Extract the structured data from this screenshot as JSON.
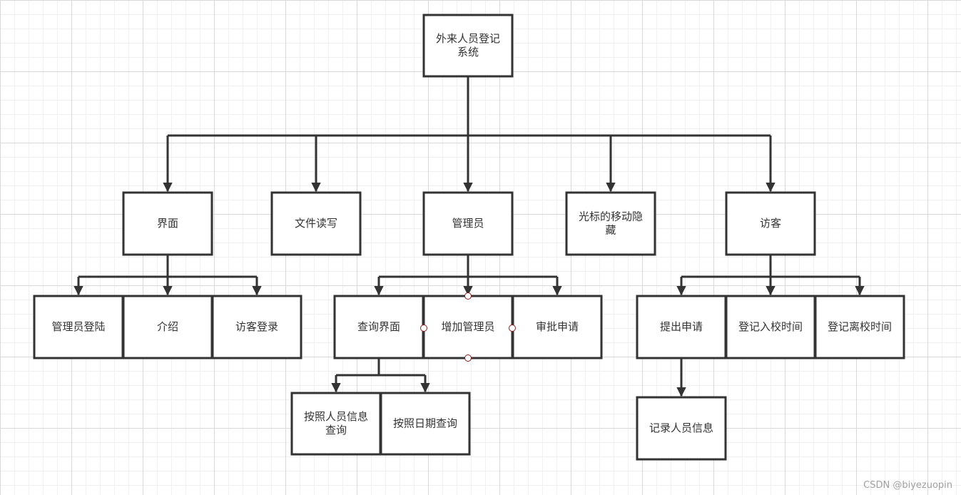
{
  "diagram": {
    "root": {
      "label": "外来人员登记系统",
      "lines": [
        "外来人员登记",
        "系统"
      ]
    },
    "modules": [
      {
        "key": "ui",
        "label": "界面",
        "lines": [
          "界面"
        ]
      },
      {
        "key": "file",
        "label": "文件读写",
        "lines": [
          "文件读写"
        ]
      },
      {
        "key": "admin",
        "label": "管理员",
        "lines": [
          "管理员"
        ]
      },
      {
        "key": "cursor",
        "label": "光标的移动隐藏",
        "lines": [
          "光标的移动隐",
          "藏"
        ]
      },
      {
        "key": "visitor",
        "label": "访客",
        "lines": [
          "访客"
        ]
      }
    ],
    "ui_children": [
      {
        "label": "管理员登陆"
      },
      {
        "label": "介绍"
      },
      {
        "label": "访客登录"
      }
    ],
    "admin_children": [
      {
        "label": "查询界面"
      },
      {
        "label": "增加管理员"
      },
      {
        "label": "审批申请"
      }
    ],
    "query_children": [
      {
        "label": "按照人员信息查询",
        "lines": [
          "按照人员信息",
          "查询"
        ]
      },
      {
        "label": "按照日期查询",
        "lines": [
          "按照日期查询"
        ]
      }
    ],
    "visitor_children": [
      {
        "label": "提出申请"
      },
      {
        "label": "登记入校时间"
      },
      {
        "label": "登记离校时间"
      }
    ],
    "apply_children": [
      {
        "label": "记录人员信息"
      }
    ]
  },
  "watermark": "CSDN @biyezuopin",
  "colors": {
    "stroke": "#333333",
    "text": "#333333",
    "handle": "#8b1a1a"
  }
}
